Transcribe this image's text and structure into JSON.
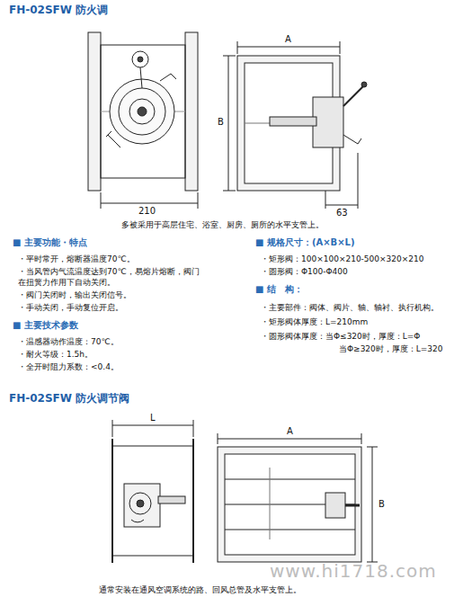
{
  "diagram": {
    "title": "FH-02SFW 防火调",
    "caption": "通常安装在通风空调系统的路、回风总管及水平支管上。",
    "labels": [
      "A",
      "B",
      "210",
      "63",
      "多被采用于高层住宅、浴室、厨房、厕所的水平支管上。",
      "■ 主要功能・特点",
      "・平时常开，熔断器温度70℃。",
      "・当风管内气流温度达到70℃，易熔片熔断，阀门在扭簧力作用下自动关闭。",
      "・阀门关闭时，输出关闭信号。",
      "・手动关闭，手动复位开启。",
      "■ 主要技术参数",
      "・温感器动作温度：70℃。",
      "・耐火等级：1.5h。",
      "・全开时阻力系数：<0.4。",
      "■ 规格尺寸：(A×B×L)",
      "・矩形阀：100×100×210-500×320×210",
      "・圆形阀：Φ100-Φ400",
      "■ 结　构：",
      "・主要部件：阀体、阀片、轴、轴衬、执行机构。",
      "・矩形阀体厚度：L=210mm",
      "・圆形阀体厚度：当Φ≤320时，厚度：L=Φ",
      "当Φ≥320时，厚度：L=320",
      "FH-02SFW 防火调节阀",
      "L",
      "A",
      "B",
      "www.hi1718.com"
    ]
  }
}
